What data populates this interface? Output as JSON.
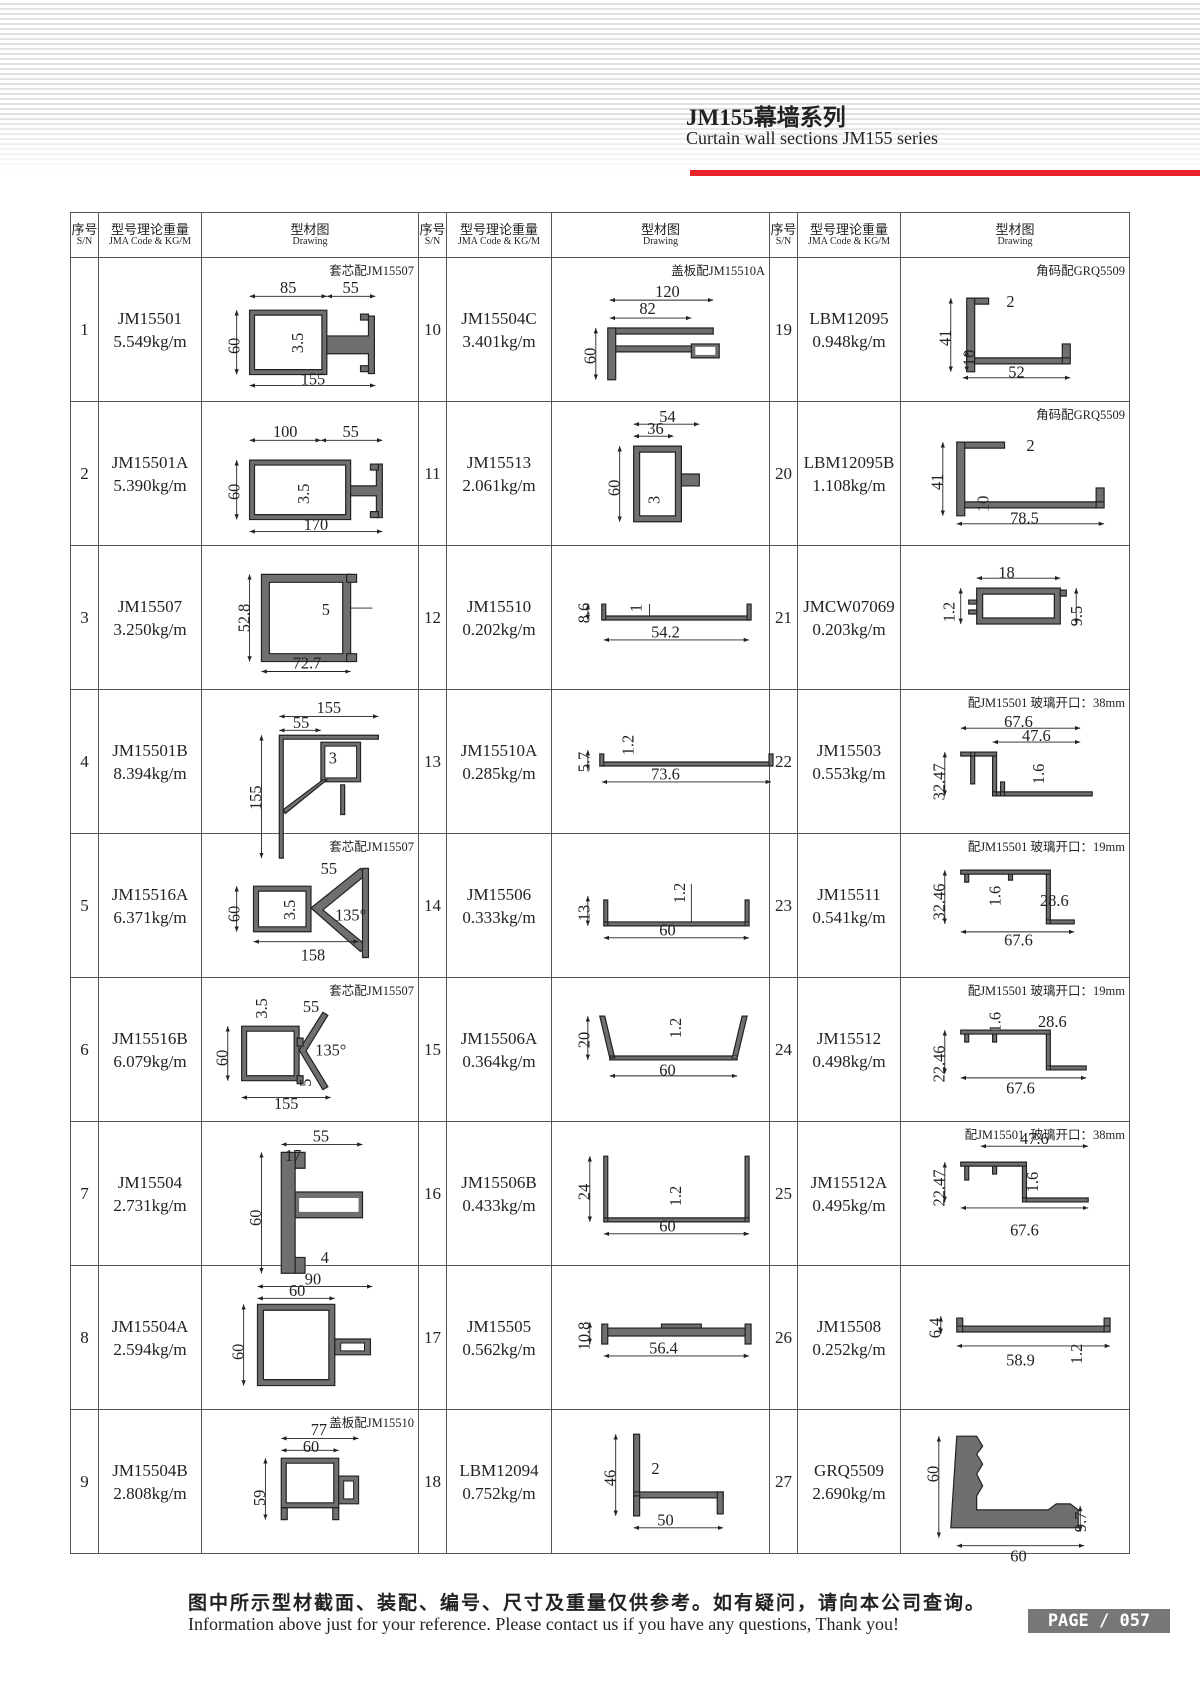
{
  "header": {
    "title_cn": "JM155幕墙系列",
    "title_en": "Curtain wall sections JM155 series"
  },
  "table_header": {
    "sn_cn": "序号",
    "sn_en": "S/N",
    "code_cn": "型号理论重量",
    "code_en": "JMA Code & KG/M",
    "drawing_cn": "型材图",
    "drawing_en": "Drawing"
  },
  "rows": [
    {
      "sn": "1",
      "code": "JM15501",
      "weight": "5.549kg/m",
      "note": "套芯配JM15507",
      "dims": [
        "85",
        "55",
        "60",
        "3.5",
        "155"
      ]
    },
    {
      "sn": "2",
      "code": "JM15501A",
      "weight": "5.390kg/m",
      "note": "",
      "dims": [
        "100",
        "55",
        "60",
        "3.5",
        "170"
      ]
    },
    {
      "sn": "3",
      "code": "JM15507",
      "weight": "3.250kg/m",
      "note": "",
      "dims": [
        "52.8",
        "5",
        "72.7"
      ]
    },
    {
      "sn": "4",
      "code": "JM15501B",
      "weight": "8.394kg/m",
      "note": "",
      "dims": [
        "155",
        "55",
        "3",
        "155"
      ]
    },
    {
      "sn": "5",
      "code": "JM15516A",
      "weight": "6.371kg/m",
      "note": "套芯配JM15507",
      "dims": [
        "55",
        "60",
        "3.5",
        "135°",
        "158"
      ]
    },
    {
      "sn": "6",
      "code": "JM15516B",
      "weight": "6.079kg/m",
      "note": "套芯配JM15507",
      "dims": [
        "3.5",
        "55",
        "60",
        "135°",
        "5",
        "155"
      ]
    },
    {
      "sn": "7",
      "code": "JM15504",
      "weight": "2.731kg/m",
      "note": "",
      "dims": [
        "55",
        "17",
        "60",
        "4"
      ]
    },
    {
      "sn": "8",
      "code": "JM15504A",
      "weight": "2.594kg/m",
      "note": "",
      "dims": [
        "90",
        "60",
        "60"
      ]
    },
    {
      "sn": "9",
      "code": "JM15504B",
      "weight": "2.808kg/m",
      "note": "盖板配JM15510",
      "dims": [
        "77",
        "60",
        "59"
      ]
    },
    {
      "sn": "10",
      "code": "JM15504C",
      "weight": "3.401kg/m",
      "note": "盖板配JM15510A",
      "dims": [
        "120",
        "82",
        "60"
      ]
    },
    {
      "sn": "11",
      "code": "JM15513",
      "weight": "2.061kg/m",
      "note": "",
      "dims": [
        "54",
        "36",
        "60",
        "3"
      ]
    },
    {
      "sn": "12",
      "code": "JM15510",
      "weight": "0.202kg/m",
      "note": "",
      "dims": [
        "8.6",
        "1",
        "54.2"
      ]
    },
    {
      "sn": "13",
      "code": "JM15510A",
      "weight": "0.285kg/m",
      "note": "",
      "dims": [
        "5.7",
        "1.2",
        "73.6"
      ]
    },
    {
      "sn": "14",
      "code": "JM15506",
      "weight": "0.333kg/m",
      "note": "",
      "dims": [
        "13",
        "1.2",
        "60"
      ]
    },
    {
      "sn": "15",
      "code": "JM15506A",
      "weight": "0.364kg/m",
      "note": "",
      "dims": [
        "20",
        "1.2",
        "60"
      ]
    },
    {
      "sn": "16",
      "code": "JM15506B",
      "weight": "0.433kg/m",
      "note": "",
      "dims": [
        "24",
        "1.2",
        "60"
      ]
    },
    {
      "sn": "17",
      "code": "JM15505",
      "weight": "0.562kg/m",
      "note": "",
      "dims": [
        "10.8",
        "56.4"
      ]
    },
    {
      "sn": "18",
      "code": "LBM12094",
      "weight": "0.752kg/m",
      "note": "",
      "dims": [
        "46",
        "2",
        "50"
      ]
    },
    {
      "sn": "19",
      "code": "LBM12095",
      "weight": "0.948kg/m",
      "note": "角码配GRQ5509",
      "dims": [
        "2",
        "41",
        "10",
        "52"
      ]
    },
    {
      "sn": "20",
      "code": "LBM12095B",
      "weight": "1.108kg/m",
      "note": "角码配GRQ5509",
      "dims": [
        "2",
        "41",
        "10",
        "78.5"
      ]
    },
    {
      "sn": "21",
      "code": "JMCW07069",
      "weight": "0.203kg/m",
      "note": "",
      "dims": [
        "18",
        "1.2",
        "9.5"
      ]
    },
    {
      "sn": "22",
      "code": "JM15503",
      "weight": "0.553kg/m",
      "note": "配JM15501 玻璃开口：38mm",
      "dims": [
        "67.6",
        "47.6",
        "32.47",
        "1.6"
      ]
    },
    {
      "sn": "23",
      "code": "JM15511",
      "weight": "0.541kg/m",
      "note": "配JM15501 玻璃开口：19mm",
      "dims": [
        "32.46",
        "1.6",
        "28.6",
        "67.6"
      ]
    },
    {
      "sn": "24",
      "code": "JM15512",
      "weight": "0.498kg/m",
      "note": "配JM15501 玻璃开口：19mm",
      "dims": [
        "1.6",
        "28.6",
        "22.46",
        "67.6"
      ]
    },
    {
      "sn": "25",
      "code": "JM15512A",
      "weight": "0.495kg/m",
      "note": "配JM15501, 玻璃开口：38mm",
      "dims": [
        "47.6",
        "22.47",
        "1.6",
        "67.6"
      ]
    },
    {
      "sn": "26",
      "code": "JM15508",
      "weight": "0.252kg/m",
      "note": "",
      "dims": [
        "6.4",
        "58.9",
        "1.2"
      ]
    },
    {
      "sn": "27",
      "code": "GRQ5509",
      "weight": "2.690kg/m",
      "note": "",
      "dims": [
        "60",
        "9.7",
        "60"
      ]
    }
  ],
  "footer": {
    "text_cn": "图中所示型材截面、装配、编号、尺寸及重量仅供参考。如有疑问，请向本公司查询。",
    "text_en": "Information above just for your reference. Please contact us if you have any questions, Thank you!",
    "page": "PAGE / 057"
  },
  "colors": {
    "accent": "#e8242a",
    "profile_fill": "#707070",
    "stroke": "#222222"
  }
}
